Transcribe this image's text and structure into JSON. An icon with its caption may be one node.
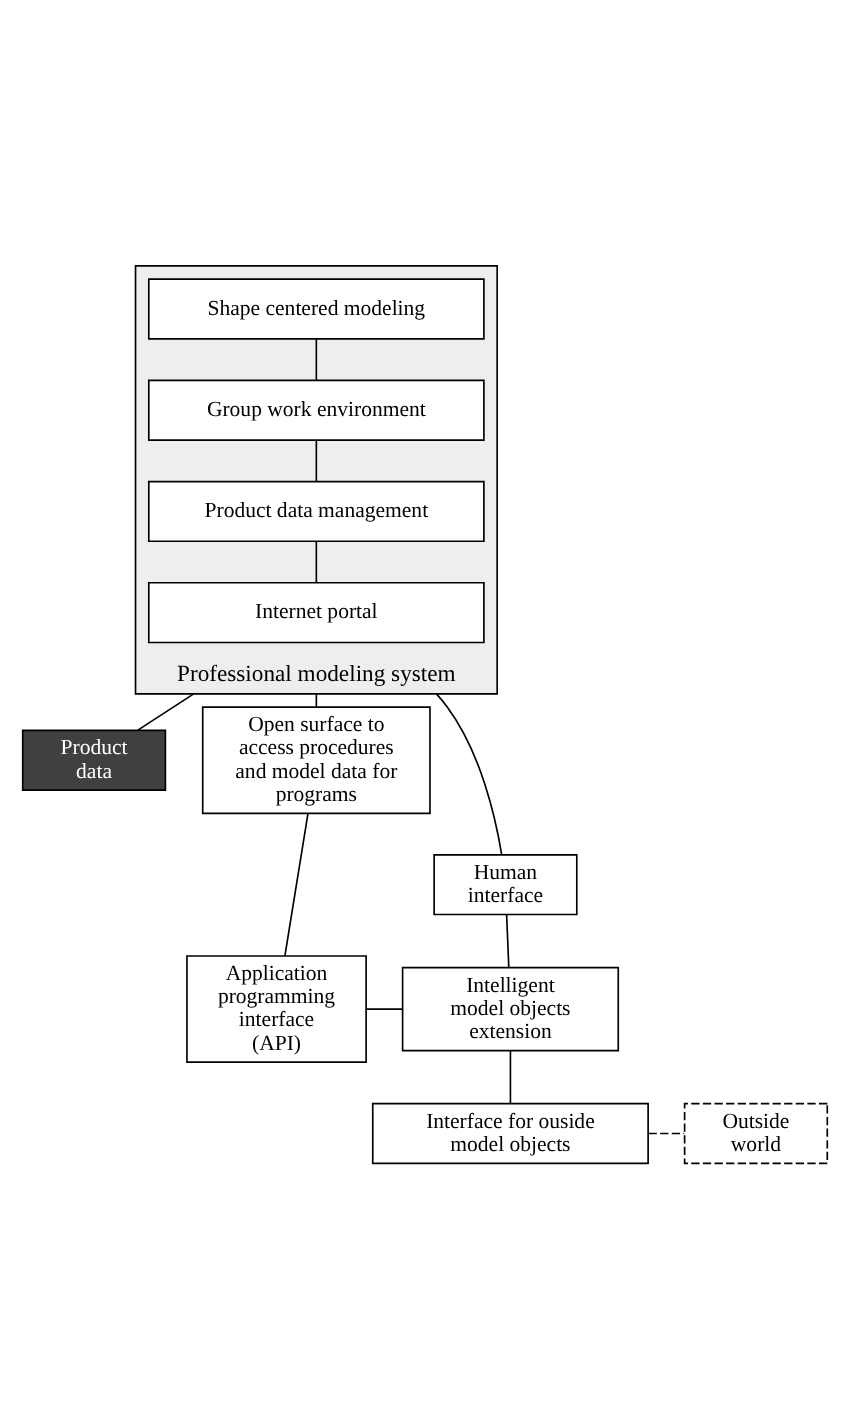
{
  "diagram": {
    "nodes": [
      {
        "text": [
          "Professional modeling system"
        ]
      },
      {
        "text": [
          "Shape centered modeling"
        ],
        "in": 0
      },
      {
        "text": [
          "Group work environment"
        ],
        "in": 0
      },
      {
        "text": [
          "Product data management"
        ],
        "in": 0
      },
      {
        "text": [
          "Internet portal"
        ],
        "in": 0
      },
      {
        "text": [
          "Product data"
        ]
      },
      {
        "text": [
          "Open surface to access procedures and model data for programs"
        ]
      },
      {
        "text": [
          "Human interface"
        ]
      },
      {
        "text": [
          "Intelligent model objects extension"
        ]
      },
      {
        "text": [
          "Application programming interface (API)"
        ]
      },
      {
        "text": [
          "Interface for ouside model objects"
        ]
      },
      {
        "text": [
          "Outside world"
        ]
      }
    ],
    "edges": [
      {
        "from": 1,
        "to": 2,
        "arrow": "none"
      },
      {
        "from": 2,
        "to": 3,
        "arrow": "none"
      },
      {
        "from": 3,
        "to": 4,
        "arrow": "none"
      },
      {
        "from": 0,
        "to": 5,
        "arrow": "none"
      },
      {
        "from": 0,
        "to": 7,
        "arrow": "none"
      },
      {
        "from": 0,
        "to": 6,
        "arrow": "none"
      },
      {
        "from": 7,
        "to": 8,
        "arrow": "none"
      },
      {
        "from": 6,
        "to": 9,
        "arrow": "none"
      },
      {
        "from": 8,
        "to": 9,
        "arrow": "none"
      },
      {
        "from": 8,
        "to": 10,
        "arrow": "none"
      },
      {
        "from": 10,
        "to": 11,
        "arrow": "none",
        "style": "dashed"
      }
    ]
  }
}
